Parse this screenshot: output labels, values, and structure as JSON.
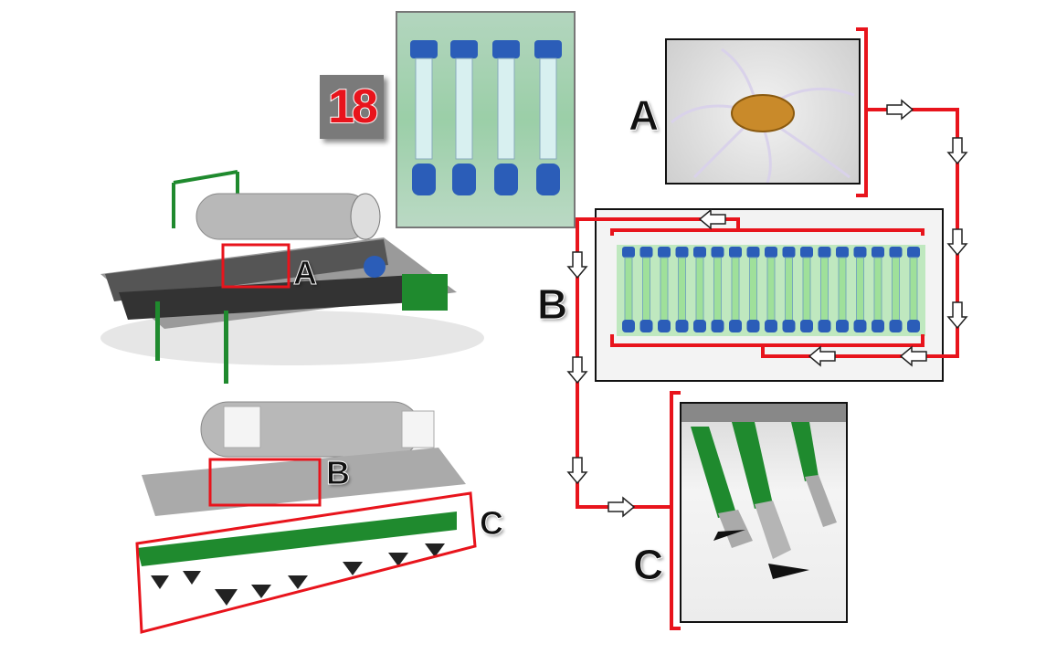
{
  "badge": {
    "number": "18"
  },
  "labels": {
    "machine_a": "A",
    "machine_b": "B",
    "machine_c": "C",
    "detail_a": "A",
    "detail_b": "B",
    "detail_c": "C"
  },
  "colors": {
    "highlight": "#e8141c",
    "machine_green": "#1f8a2e",
    "tank_gray": "#b8b8b8",
    "badge_bg": "#7a7a7a"
  }
}
